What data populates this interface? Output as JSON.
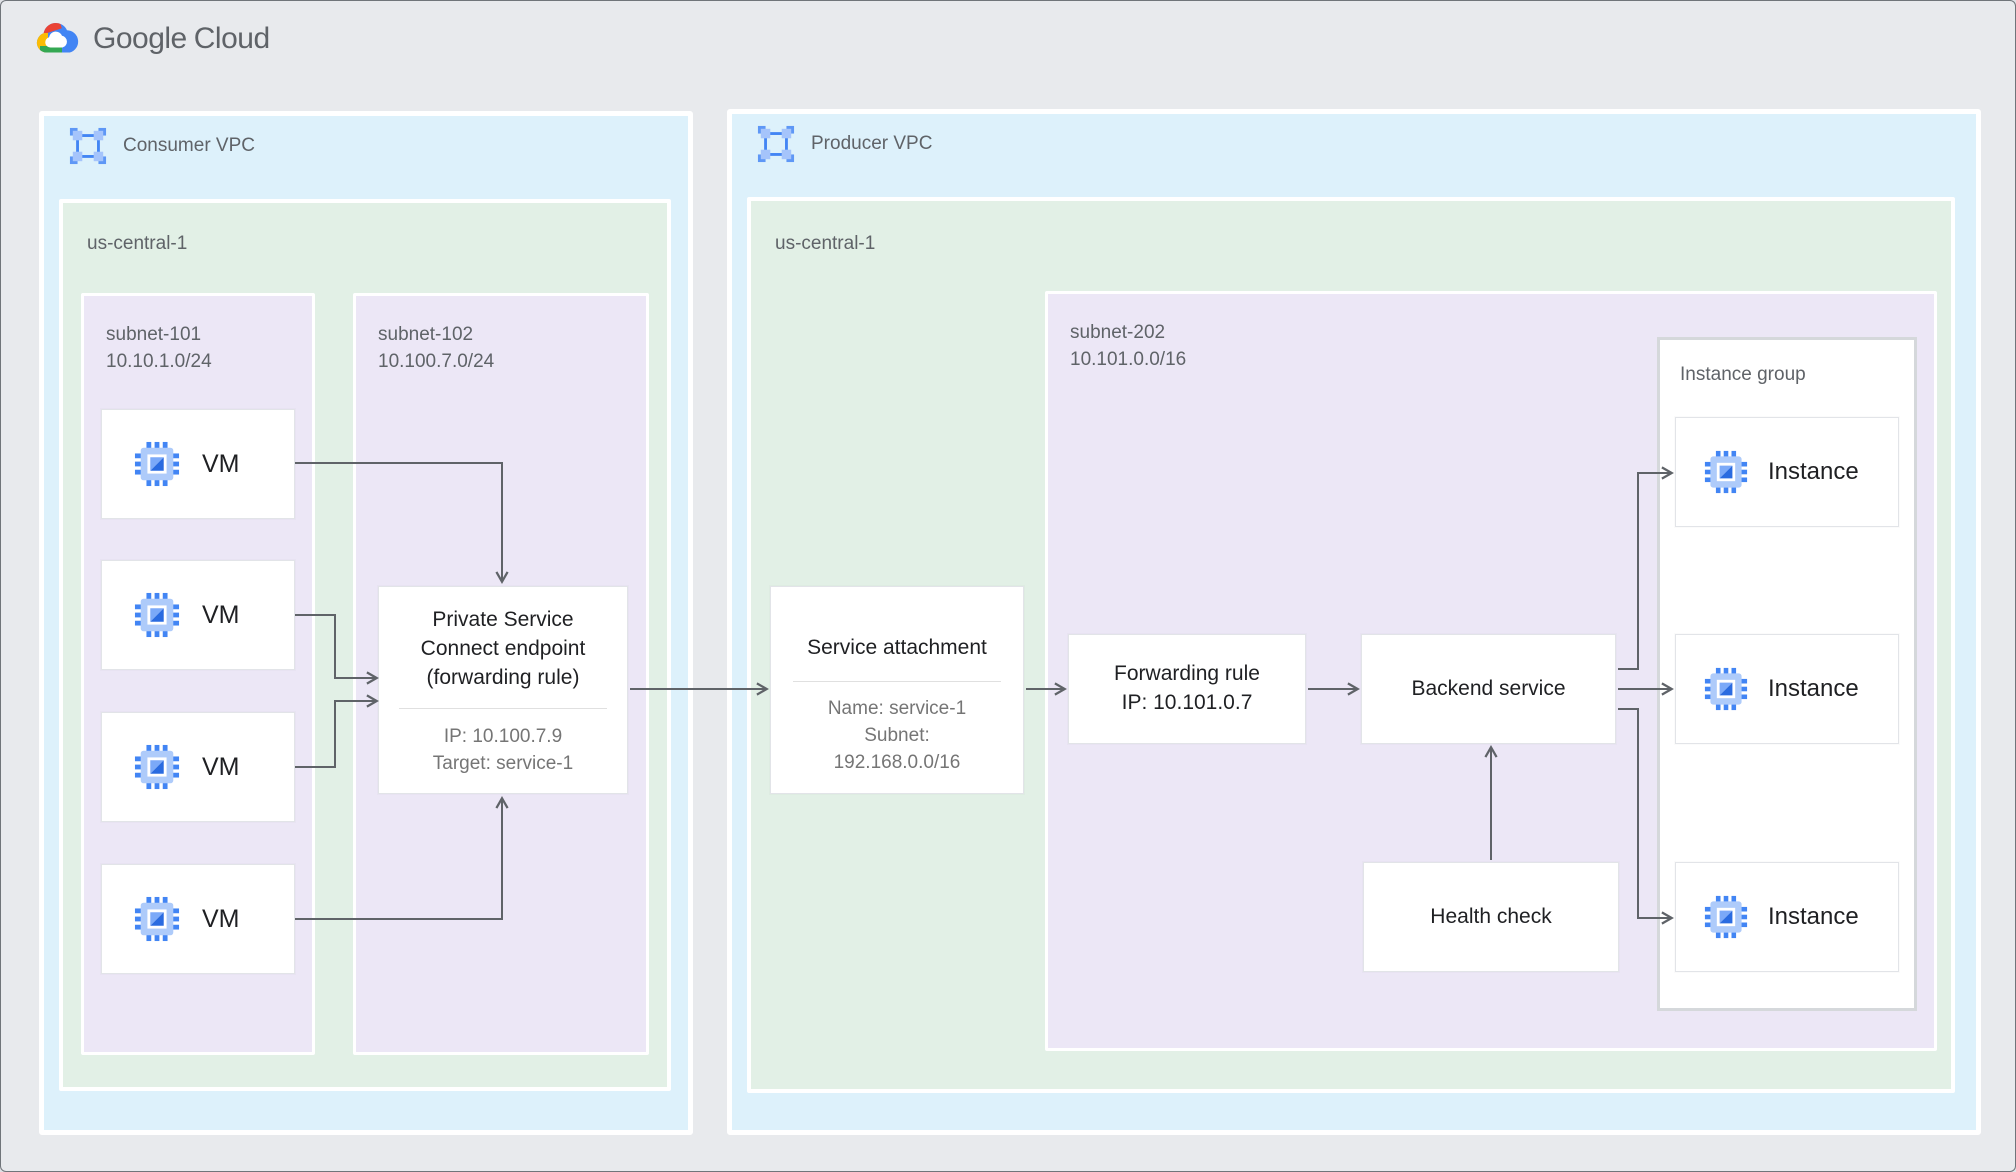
{
  "logo": {
    "google": "Google",
    "cloud": "Cloud"
  },
  "consumer_vpc": {
    "label": "Consumer VPC",
    "region": {
      "label": "us-central-1",
      "subnet_101": {
        "name": "subnet-101",
        "cidr": "10.10.1.0/24",
        "vms": [
          {
            "label": "VM"
          },
          {
            "label": "VM"
          },
          {
            "label": "VM"
          },
          {
            "label": "VM"
          }
        ]
      },
      "subnet_102": {
        "name": "subnet-102",
        "cidr": "10.100.7.0/24",
        "psc_endpoint": {
          "title": "Private Service Connect endpoint (forwarding rule)",
          "details": [
            "IP: 10.100.7.9",
            "Target: service-1"
          ]
        }
      }
    }
  },
  "producer_vpc": {
    "label": "Producer VPC",
    "region": {
      "label": "us-central-1",
      "service_attachment": {
        "title": "Service attachment",
        "details": [
          "Name: service-1",
          "Subnet:",
          "192.168.0.0/16"
        ]
      },
      "subnet_202": {
        "name": "subnet-202",
        "cidr": "10.101.0.0/16",
        "forwarding_rule": {
          "lines": [
            "Forwarding rule",
            "IP: 10.101.0.7"
          ]
        },
        "backend_service": {
          "title": "Backend service"
        },
        "health_check": {
          "title": "Health check"
        },
        "instance_group": {
          "label": "Instance group",
          "instances": [
            {
              "label": "Instance"
            },
            {
              "label": "Instance"
            },
            {
              "label": "Instance"
            }
          ]
        }
      }
    }
  },
  "colors": {
    "page_bg": "#e8eaed",
    "vpc_bg": "#ddf1fb",
    "region_bg": "#e2f0e6",
    "subnet_bg": "#ece7f6",
    "node_border": "#e2e4e8",
    "arrow": "#5f6368",
    "text_primary": "#1f2023",
    "text_secondary": "#757575",
    "label_gray": "#5f6368",
    "google_blue": "#4285f4",
    "google_red": "#ea4335",
    "google_yellow": "#fbbc05",
    "google_green": "#34a853",
    "icon_light_blue": "#aecbfa"
  }
}
